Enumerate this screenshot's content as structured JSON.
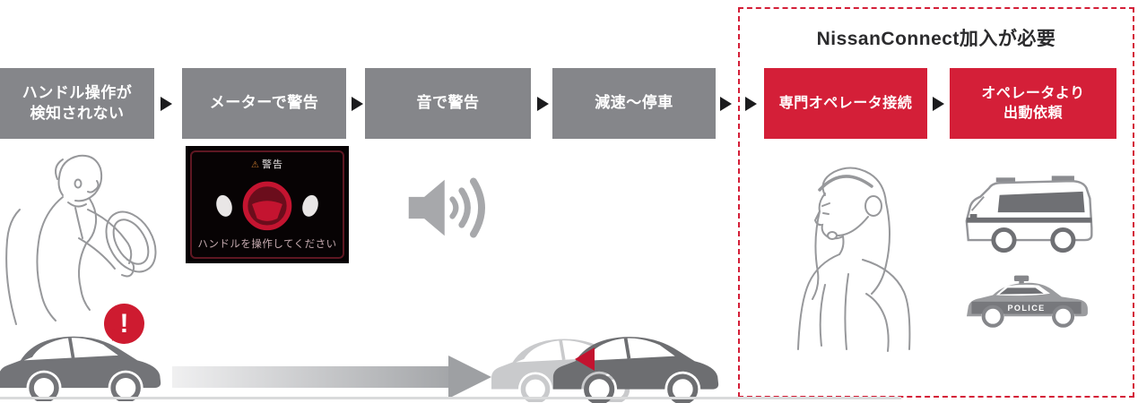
{
  "frame": {
    "title": "NissanConnect加入が必要"
  },
  "flow_steps": [
    {
      "line1": "ハンドル操作が",
      "line2": "検知されない"
    },
    {
      "line1": "メーターで警告"
    },
    {
      "line1": "音で警告"
    },
    {
      "line1": "減速〜停車"
    },
    {
      "line1": "専門オペレータ接続"
    },
    {
      "line1": "オペレータより",
      "line2": "出動依頼"
    }
  ],
  "meter_display": {
    "warning_symbol": "⚠",
    "warning_label": "警告",
    "message": "ハンドルを操作してください"
  },
  "alert_bubble": {
    "mark": "!"
  },
  "police_label": "POLICE",
  "colors": {
    "flow_box_gray": "#85868a",
    "nissan_red": "#d41f38",
    "dashed_border": "#d41f38",
    "arrow_black": "#1b1b1d",
    "car_dark_gray": "#737478",
    "car_stop_gray": "#6d6e71",
    "car_ghost_gray": "#c9cacc",
    "speaker_gray": "#a7a8ab",
    "meter_background": "#070304",
    "meter_frame_red": "#5e1722",
    "meter_message_pink": "#c6abb0",
    "hazard_red": "#c3132f"
  }
}
